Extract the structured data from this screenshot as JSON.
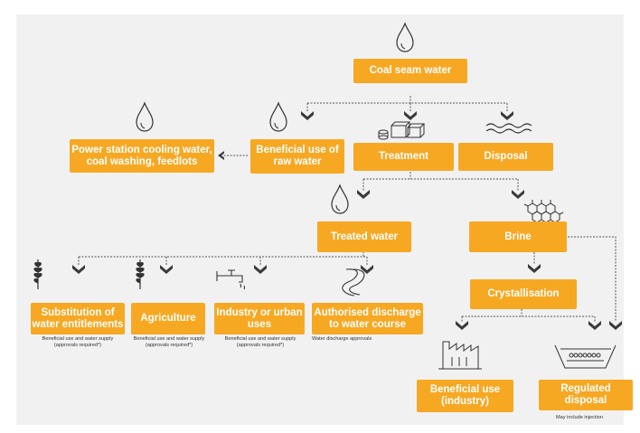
{
  "colors": {
    "box": "#f7a823",
    "panel": "#f1f1f1",
    "line": "#555555",
    "chevron": "#3a3a3a",
    "icon": "#333333"
  },
  "boxes": {
    "coal_seam_water": "Coal seam water",
    "power_station": "Power station cooling water, coal washing, feedlots",
    "beneficial_raw": "Beneficial use of raw water",
    "treatment": "Treatment",
    "disposal": "Disposal",
    "treated_water": "Treated water",
    "brine": "Brine",
    "substitution": "Substitution of water entitlements",
    "agriculture": "Agriculture",
    "industry_urban": "Industry or urban uses",
    "authorised_discharge": "Authorised discharge to water course",
    "crystallisation": "Crystallisation",
    "beneficial_industry": "Beneficial use (industry)",
    "regulated_disposal": "Regulated disposal"
  },
  "notes": {
    "substitution": "Beneficial use and water supply (approvals required*)",
    "agriculture": "Beneficial use and water supply (approvals required*)",
    "industry": "Beneficial use and water supply (approvals required*)",
    "discharge": "Water discharge approvals",
    "regulated": "May include injection"
  },
  "icons": [
    "water-drop-icon",
    "boxes-icon",
    "waves-icon",
    "wheat-icon",
    "tap-icon",
    "river-icon",
    "molecule-icon",
    "factory-icon",
    "disposal-pond-icon",
    "chevron-down-icon",
    "arrow-left-icon"
  ]
}
